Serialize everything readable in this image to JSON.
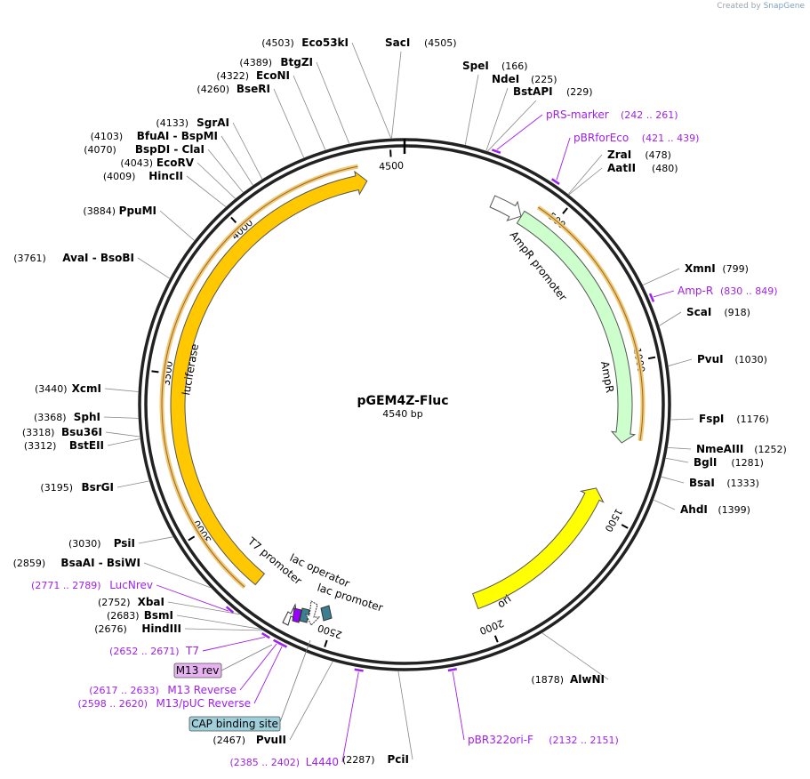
{
  "credit": {
    "prefix": "Created by",
    "brand": "SnapGene"
  },
  "plasmid": {
    "name": "pGEM4Z-Fluc",
    "length_label": "4540 bp",
    "length": 4540
  },
  "ticks": [
    {
      "label": "500",
      "bp": 500
    },
    {
      "label": "1000",
      "bp": 1000
    },
    {
      "label": "1500",
      "bp": 1500
    },
    {
      "label": "2000",
      "bp": 2000
    },
    {
      "label": "2500",
      "bp": 2500
    },
    {
      "label": "3000",
      "bp": 3000
    },
    {
      "label": "3500",
      "bp": 3500
    },
    {
      "label": "4000",
      "bp": 4000
    },
    {
      "label": "4500",
      "bp": 4500
    }
  ],
  "enzymes": [
    {
      "name": "SacI",
      "pos": "(4505)",
      "bp": 4505
    },
    {
      "name": "SpeI",
      "pos": "(166)",
      "bp": 166
    },
    {
      "name": "NdeI",
      "pos": "(225)",
      "bp": 225
    },
    {
      "name": "BstAPI",
      "pos": "(229)",
      "bp": 229
    },
    {
      "name": "ZraI",
      "pos": "(478)",
      "bp": 478
    },
    {
      "name": "AatII",
      "pos": "(480)",
      "bp": 480
    },
    {
      "name": "XmnI",
      "pos": "(799)",
      "bp": 799
    },
    {
      "name": "ScaI",
      "pos": "(918)",
      "bp": 918
    },
    {
      "name": "PvuI",
      "pos": "(1030)",
      "bp": 1030
    },
    {
      "name": "FspI",
      "pos": "(1176)",
      "bp": 1176
    },
    {
      "name": "NmeAIII",
      "pos": "(1252)",
      "bp": 1252
    },
    {
      "name": "BglI",
      "pos": "(1281)",
      "bp": 1281
    },
    {
      "name": "BsaI",
      "pos": "(1333)",
      "bp": 1333
    },
    {
      "name": "AhdI",
      "pos": "(1399)",
      "bp": 1399
    },
    {
      "name": "AlwNI",
      "pos": "(1878)",
      "bp": 1878
    },
    {
      "name": "PciI",
      "pos": "(2287)",
      "bp": 2287
    },
    {
      "name": "PvuII",
      "pos": "(2467)",
      "bp": 2467
    },
    {
      "name": "HindIII",
      "pos": "(2676)",
      "bp": 2676
    },
    {
      "name": "BsmI",
      "pos": "(2683)",
      "bp": 2683
    },
    {
      "name": "XbaI",
      "pos": "(2752)",
      "bp": 2752
    },
    {
      "name": "BsaAI - BsiWI",
      "pos": "(2859)",
      "bp": 2859
    },
    {
      "name": "PsiI",
      "pos": "(3030)",
      "bp": 3030
    },
    {
      "name": "BsrGI",
      "pos": "(3195)",
      "bp": 3195
    },
    {
      "name": "BstEII",
      "pos": "(3312)",
      "bp": 3312
    },
    {
      "name": "Bsu36I",
      "pos": "(3318)",
      "bp": 3318
    },
    {
      "name": "SphI",
      "pos": "(3368)",
      "bp": 3368
    },
    {
      "name": "XcmI",
      "pos": "(3440)",
      "bp": 3440
    },
    {
      "name": "AvaI - BsoBI",
      "pos": "(3761)",
      "bp": 3761
    },
    {
      "name": "PpuMI",
      "pos": "(3884)",
      "bp": 3884
    },
    {
      "name": "HincII",
      "pos": "(4009)",
      "bp": 4009
    },
    {
      "name": "EcoRV",
      "pos": "(4043)",
      "bp": 4043
    },
    {
      "name": "BspDI - ClaI",
      "pos": "(4070)",
      "bp": 4070
    },
    {
      "name": "BfuAI - BspMI",
      "pos": "(4103)",
      "bp": 4103
    },
    {
      "name": "SgrAI",
      "pos": "(4133)",
      "bp": 4133
    },
    {
      "name": "BseRI",
      "pos": "(4260)",
      "bp": 4260
    },
    {
      "name": "EcoNI",
      "pos": "(4322)",
      "bp": 4322
    },
    {
      "name": "BtgZI",
      "pos": "(4389)",
      "bp": 4389
    },
    {
      "name": "Eco53kI",
      "pos": "(4503)",
      "bp": 4503
    }
  ],
  "primers": [
    {
      "name": "pRS-marker",
      "range": "(242 .. 261)",
      "bp": 251
    },
    {
      "name": "pBRforEco",
      "range": "(421 .. 439)",
      "bp": 430
    },
    {
      "name": "Amp-R",
      "range": "(830 .. 849)",
      "bp": 840
    },
    {
      "name": "pBR322ori-F",
      "range": "(2132 .. 2151)",
      "bp": 2141
    },
    {
      "name": "L4440",
      "range": "(2385 .. 2402)",
      "bp": 2393
    },
    {
      "name": "M13/pUC Reverse",
      "range": "(2598 .. 2620)",
      "bp": 2609
    },
    {
      "name": "M13 Reverse",
      "range": "(2617 .. 2633)",
      "bp": 2625
    },
    {
      "name": "T7",
      "range": "(2652 .. 2671)",
      "bp": 2661
    },
    {
      "name": "LucNrev",
      "range": "(2771 .. 2789)",
      "bp": 2780
    }
  ],
  "feature_boxes": [
    {
      "name": "M13 rev",
      "color": "#e6b3f0",
      "bp": 2625
    },
    {
      "name": "CAP binding site",
      "color": "#9fcfda",
      "bp": 2570
    }
  ],
  "features": [
    {
      "name": "AmpR promoter",
      "color": "#ffffff",
      "start": 295,
      "end": 400
    },
    {
      "name": "AmpR",
      "color": "#ccffcc",
      "start": 401,
      "end": 1261
    },
    {
      "name": "ori",
      "color": "#ffff00",
      "start": 1432,
      "end": 2020
    },
    {
      "name": "luciferase",
      "color": "#ffc800",
      "start": 2770,
      "end": 4420
    },
    {
      "name": "T7 promoter",
      "color": "#ffffff"
    },
    {
      "name": "lac operator",
      "color": "#9900ff"
    },
    {
      "name": "lac promoter",
      "color": "#ffffff"
    }
  ],
  "colors": {
    "backbone": "#222222",
    "primer": "#a020f0",
    "cap": "#3b7f91",
    "orf_highlight": "#f0c878"
  }
}
